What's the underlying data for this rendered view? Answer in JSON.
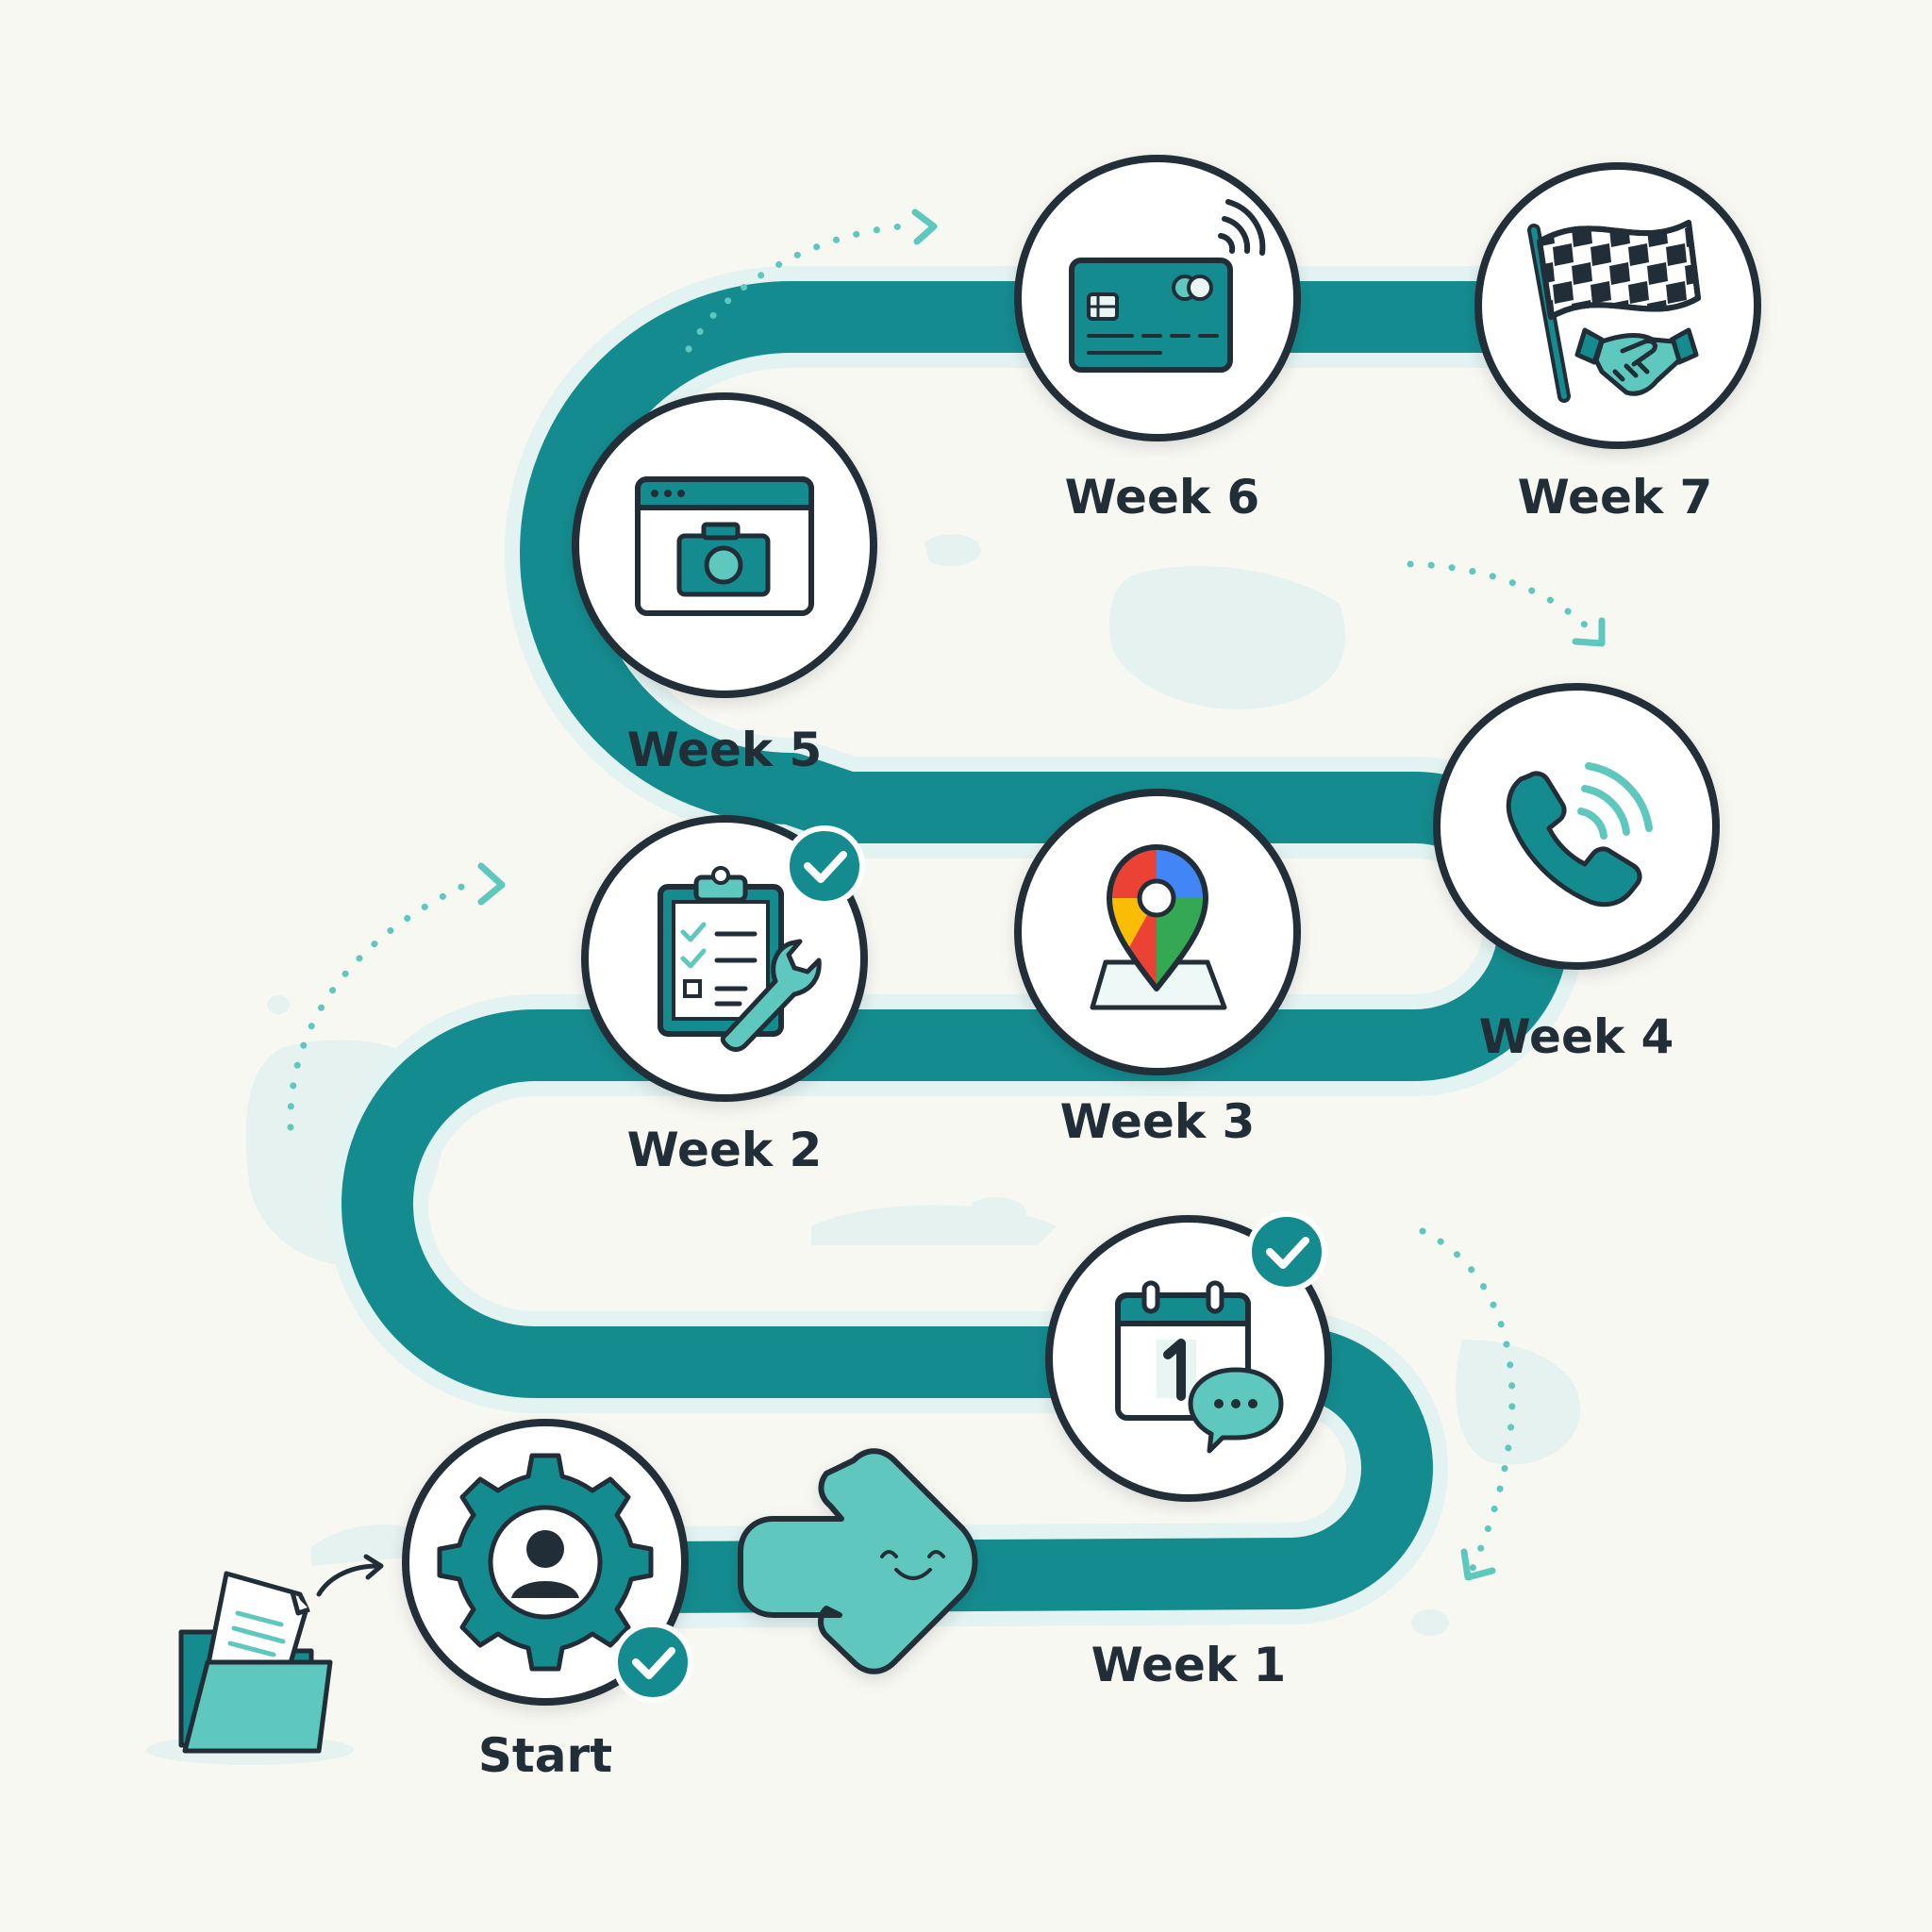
{
  "colors": {
    "background": "#f8f8f3",
    "road": "#148c8f",
    "road_edge": "#e5f4f2",
    "outline": "#222e37",
    "accent_light": "#5ec7be",
    "badge": "#148c8f",
    "blob": "#dff0ee"
  },
  "milestones": [
    {
      "id": "start",
      "label": "Start",
      "icon": "gear-user-icon",
      "done": true
    },
    {
      "id": "week-1",
      "label": "Week 1",
      "icon": "calendar-chat-icon",
      "done": true
    },
    {
      "id": "week-2",
      "label": "Week 2",
      "icon": "clipboard-wrench-icon",
      "done": true
    },
    {
      "id": "week-3",
      "label": "Week 3",
      "icon": "map-pin-icon",
      "done": false
    },
    {
      "id": "week-4",
      "label": "Week 4",
      "icon": "phone-icon",
      "done": false
    },
    {
      "id": "week-5",
      "label": "Week 5",
      "icon": "browser-camera-icon",
      "done": false
    },
    {
      "id": "week-6",
      "label": "Week 6",
      "icon": "credit-card-icon",
      "done": false
    },
    {
      "id": "week-7",
      "label": "Week 7",
      "icon": "finish-flag-icon",
      "done": false
    }
  ]
}
